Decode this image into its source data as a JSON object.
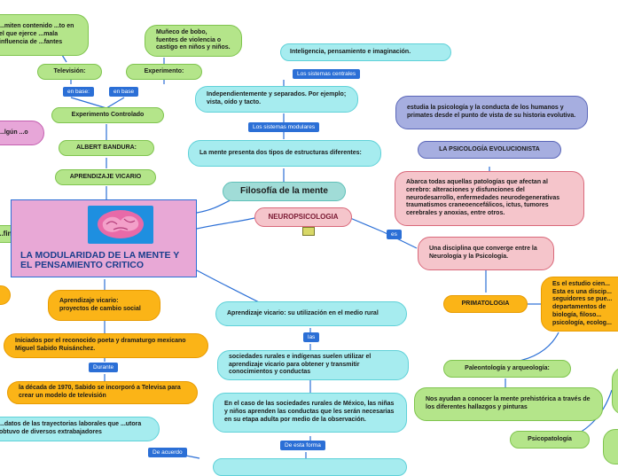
{
  "central": {
    "title": "LA MODULARIDAD DE LA MENTE Y EL PENSAMIENTO CRITICO",
    "brain_icon": "brain-icon"
  },
  "left": {
    "television_note": "...miten contenido ...to en el que ejerce ...mala influencia de ...fantes",
    "television": "Televisión:",
    "muneco": "Muñeco de bobo, fuentes de violencia o castigo en niños y niños.",
    "experimento": "Experimento:",
    "en_base_1": "en base:",
    "en_base_2": "en base",
    "experimento_controlado": "Experimento Controlado",
    "bandura": "ALBERT BANDURA:",
    "aprendizaje_vicario": "APRENDIZAJE VICARIO",
    "algun": "...lgún ...o",
    "fined": "...fined",
    "aprendizaje_proyectos": "Aprendizaje vicario: proyectos de cambio social",
    "iniciados": "Iniciados por el reconocido poeta y dramaturgo mexicano Miguel Sabido Ruisánchez.",
    "durante": "Durante",
    "decada": "la década de 1970, Sabido se incorporó a Televisa para crear un modelo de televisión",
    "datos": "...datos de las trayectorias laborales que ...utora obtuvo de diversos extrabajadores",
    "de_acuerdo": "De acuerdo"
  },
  "middle": {
    "inteligencia": "Inteligencia, pensamiento e imaginación.",
    "sistemas_centrales": "Los sistemas centrales",
    "independientemente": "Independientemente y separados. Por ejemplo; vista, oído y tacto.",
    "sistemas_modulares": "Los sistemas modulares",
    "mente_presenta": "La mente presenta dos tipos de estructuras diferentes:",
    "filosofia": "Filosofía de la mente",
    "neuropsicologia": "NEUROPSICOLOGIA",
    "aprendizaje_rural": "Aprendizaje vicario: su utilización en el medio rural",
    "las": "las",
    "sociedades_rurales": "sociedades rurales e indígenas suelen utilizar el aprendizaje vicario para obtener y transmitir conocimientos y conductas",
    "en_el_caso": "En el caso de las sociedades rurales de México, las niñas y niños aprenden las conductas que les serán necesarias en su etapa adulta por medio de la observación.",
    "de_esta_forma": "De esta forma"
  },
  "right": {
    "estudia": "estudia la psicología y la conducta de los humanos y primates desde el punto de vista de su historia evolutiva.",
    "psicologia_evolucionista": "LA PSICOLOGÍA EVOLUCIONISTA",
    "abarca": "Abarca todas aquellas patologías que afectan al cerebro: alteraciones y disfunciones del neurodesarrollo, enfermedades neurodegenerativas traumatismos craneoencefálicos, ictus, tumores cerebrales y anoxias, entre otros.",
    "es": "es",
    "disciplina": "Una disciplina que converge entre la Neurología y la Psicología.",
    "primatologia": "PRIMATOLOGIA",
    "estudio": "Es el estudio cien... Esta es una discip... seguidores se pue... departamentos de biología, filoso... psicología, ecolog...",
    "paleontologia": "Paleontología y arqueología:",
    "nos_ayudan": "Nos ayudan a conocer la mente prehistórica a través de los diferentes hallazgos y pinturas",
    "psicopatologia": "Psicopatología"
  }
}
